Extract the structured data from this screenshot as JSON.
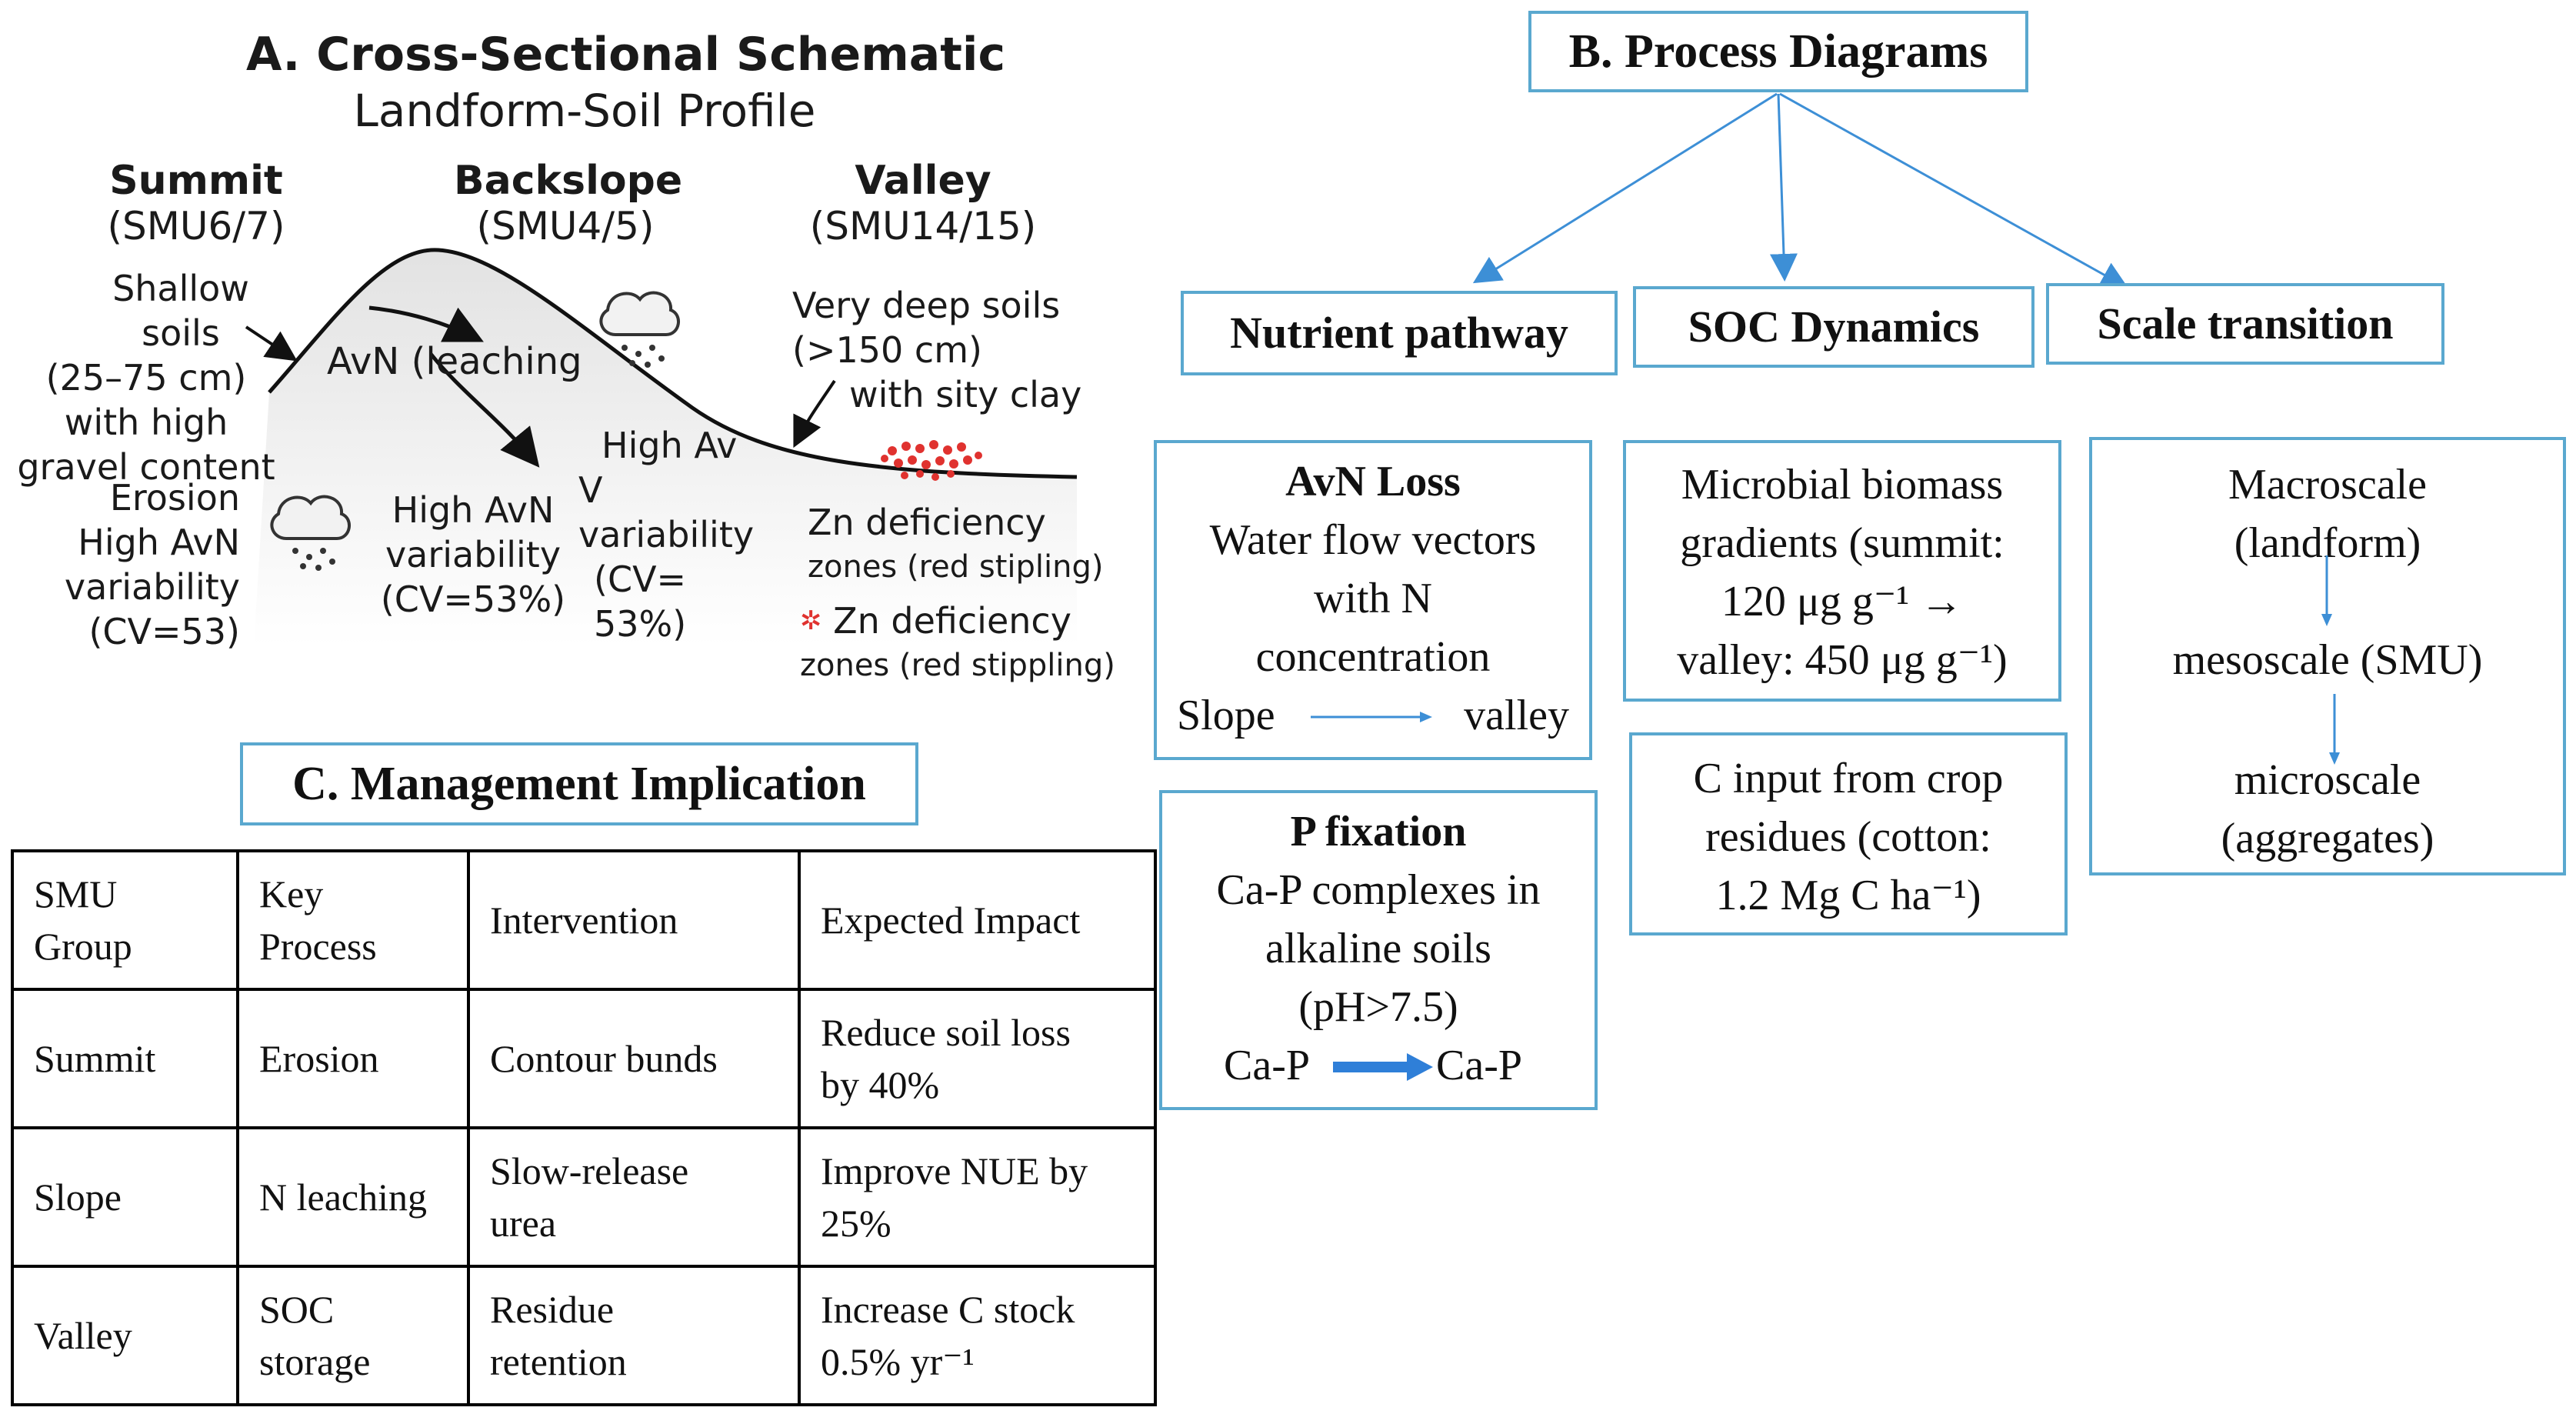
{
  "section_a": {
    "title": "A. Cross-Sectional Schematic",
    "subtitle": "Landform-Soil Profile",
    "positions": [
      {
        "name": "Summit",
        "code": "(SMU6/7)"
      },
      {
        "name": "Backslope",
        "code": "(SMU4/5)"
      },
      {
        "name": "Valley",
        "code": "(SMU14/15)"
      }
    ],
    "summit_soils": [
      "Shallow soils",
      "(25–75 cm)",
      "with high",
      "gravel content"
    ],
    "leaching_label": "AvN (leaching",
    "erosion": [
      "Erosion",
      "High AvN",
      "variability",
      "(CV=53)"
    ],
    "backslope_variability": [
      "High AvN",
      "variability",
      "(CV=53%)"
    ],
    "high_av": [
      "High Av",
      "V variability",
      "(CV= 53%)"
    ],
    "valley_soils": [
      "Very deep soils",
      "(>150 cm)",
      "with sity clay"
    ],
    "zn_1": [
      "Zn deficiency",
      "zones (red stipling)"
    ],
    "zn_2": [
      "Zn deficiency",
      "zones (red stippling)"
    ],
    "zn_marker": "✲"
  },
  "section_b": {
    "title": "B. Process Diagrams",
    "categories": [
      "Nutrient pathway",
      "SOC Dynamics",
      "Scale transition"
    ],
    "avn_loss": {
      "title": "AvN Loss",
      "lines": [
        "Water flow vectors",
        "with N",
        "concentration"
      ],
      "from": "Slope",
      "to": "valley"
    },
    "p_fixation": {
      "title": "P fixation",
      "lines": [
        "Ca-P complexes in",
        "alkaline soils",
        "(pH>7.5)"
      ],
      "from": "Ca-P",
      "to": "Ca-P"
    },
    "microbial": [
      "Microbial biomass",
      "gradients (summit:",
      "120 μg g⁻¹ →",
      "valley: 450 μg g⁻¹)"
    ],
    "c_input": [
      "C input from crop",
      "residues (cotton:",
      "1.2 Mg C ha⁻¹)"
    ],
    "scale": {
      "macro": [
        "Macroscale",
        "(landform)"
      ],
      "meso": "mesoscale (SMU)",
      "micro": [
        "microscale",
        "(aggregates)"
      ]
    }
  },
  "section_c": {
    "title": "C. Management Implication",
    "headers": [
      [
        "SMU",
        "Group"
      ],
      [
        "Key",
        "Process"
      ],
      [
        "Intervention"
      ],
      [
        "Expected Impact"
      ]
    ],
    "rows": [
      [
        [
          "Summit"
        ],
        [
          "Erosion"
        ],
        [
          "Contour bunds"
        ],
        [
          "Reduce soil loss",
          "by 40%"
        ]
      ],
      [
        [
          "Slope"
        ],
        [
          "N leaching"
        ],
        [
          "Slow-release",
          "urea"
        ],
        [
          "Improve NUE by",
          "25%"
        ]
      ],
      [
        [
          "Valley"
        ],
        [
          "SOC",
          "storage"
        ],
        [
          "Residue",
          "retention"
        ],
        [
          "Increase C stock",
          "0.5% yr⁻¹"
        ]
      ]
    ]
  },
  "colors": {
    "box_border": "#5aa8cf",
    "arrow_blue": "#3d8fd6",
    "stipple_red": "#e0322f"
  }
}
